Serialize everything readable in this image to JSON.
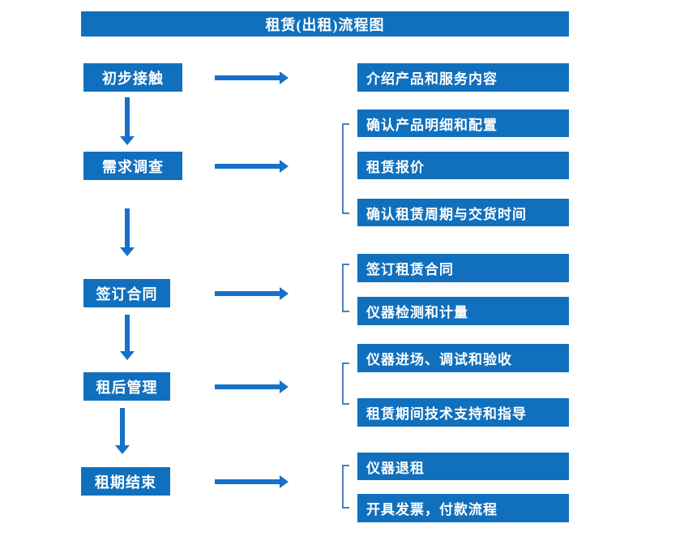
{
  "title": "租赁(出租)流程图",
  "colors": {
    "box": "#1170BD",
    "arrow": "#1571C9",
    "bracket": "#4C7FC0",
    "text": "#FFFFFF",
    "background": "#FFFFFF"
  },
  "steps": [
    {
      "label": "初步接触"
    },
    {
      "label": "需求调查"
    },
    {
      "label": "签订合同"
    },
    {
      "label": "租后管理"
    },
    {
      "label": "租期结束"
    }
  ],
  "details": {
    "step1": [
      "介绍产品和服务内容"
    ],
    "step2": [
      "确认产品明细和配置",
      "租赁报价",
      "确认租赁周期与交货时间"
    ],
    "step3": [
      "签订租赁合同",
      "仪器检测和计量"
    ],
    "step4": [
      "仪器进场、调试和验收",
      "租赁期间技术支持和指导"
    ],
    "step5": [
      "仪器退租",
      "开具发票，付款流程"
    ]
  }
}
